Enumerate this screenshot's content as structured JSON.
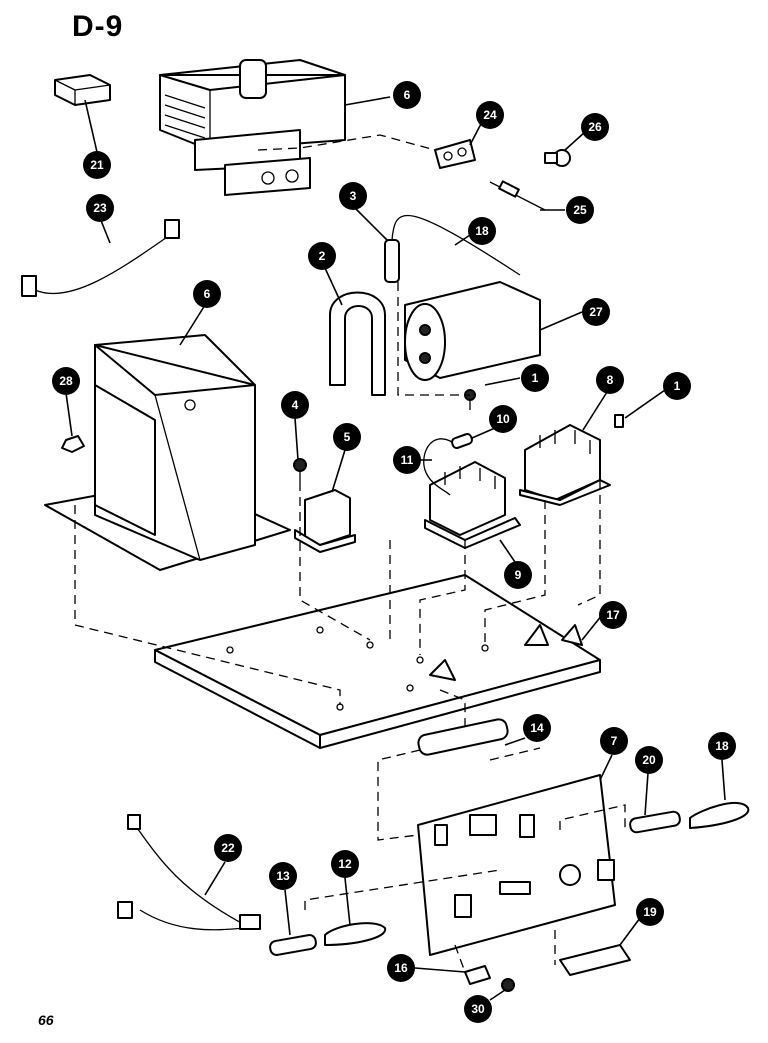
{
  "page": {
    "title": "D-9",
    "page_number": "66"
  },
  "callouts": [
    {
      "id": "c6a",
      "label": "6"
    },
    {
      "id": "c21",
      "label": "21"
    },
    {
      "id": "c24",
      "label": "24"
    },
    {
      "id": "c26",
      "label": "26"
    },
    {
      "id": "c25",
      "label": "25"
    },
    {
      "id": "c23",
      "label": "23"
    },
    {
      "id": "c3",
      "label": "3"
    },
    {
      "id": "c18a",
      "label": "18"
    },
    {
      "id": "c2",
      "label": "2"
    },
    {
      "id": "c27",
      "label": "27"
    },
    {
      "id": "c6b",
      "label": "6"
    },
    {
      "id": "c28",
      "label": "28"
    },
    {
      "id": "c1a",
      "label": "1"
    },
    {
      "id": "c8",
      "label": "8"
    },
    {
      "id": "c1b",
      "label": "1"
    },
    {
      "id": "c4",
      "label": "4"
    },
    {
      "id": "c5",
      "label": "5"
    },
    {
      "id": "c10",
      "label": "10"
    },
    {
      "id": "c11",
      "label": "11"
    },
    {
      "id": "c9",
      "label": "9"
    },
    {
      "id": "c17",
      "label": "17"
    },
    {
      "id": "c14",
      "label": "14"
    },
    {
      "id": "c7",
      "label": "7"
    },
    {
      "id": "c18b",
      "label": "18"
    },
    {
      "id": "c20",
      "label": "20"
    },
    {
      "id": "c22",
      "label": "22"
    },
    {
      "id": "c13",
      "label": "13"
    },
    {
      "id": "c12",
      "label": "12"
    },
    {
      "id": "c19",
      "label": "19"
    },
    {
      "id": "c16",
      "label": "16"
    },
    {
      "id": "c30",
      "label": "30"
    }
  ]
}
